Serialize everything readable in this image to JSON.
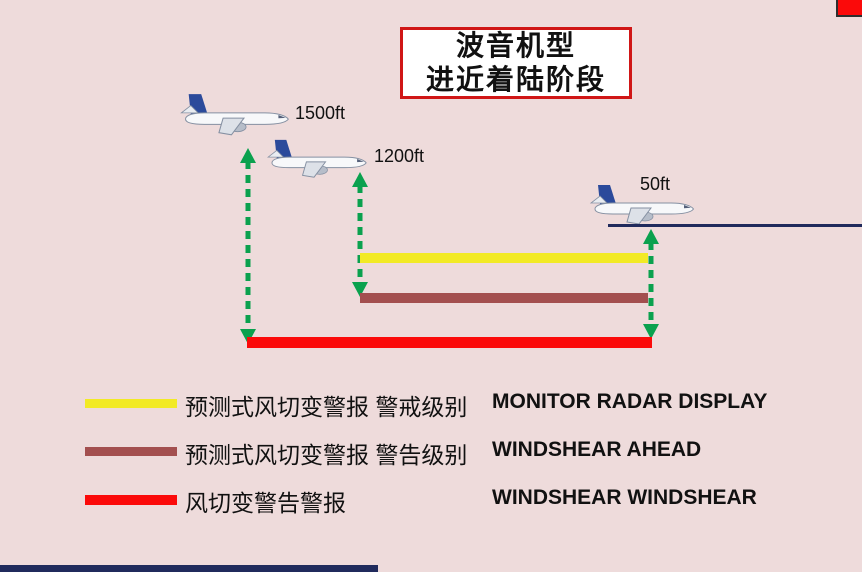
{
  "title": {
    "line1": "波音机型",
    "line2": "进近着陆阶段"
  },
  "aircraft": [
    {
      "altitude_label": "1500ft"
    },
    {
      "altitude_label": "1200ft"
    },
    {
      "altitude_label": "50ft"
    }
  ],
  "legend": [
    {
      "cn": "预测式风切变警报 警戒级别",
      "en": "MONITOR RADAR DISPLAY"
    },
    {
      "cn": "预测式风切变警报 警告级别",
      "en": "WINDSHEAR AHEAD"
    },
    {
      "cn": "风切变警告警报",
      "en": "WINDSHEAR WINDSHEAR"
    }
  ],
  "colors": {
    "background": "#eedbdb",
    "yellow": "#f2ea25",
    "brown": "#a34f4f",
    "red": "#fb0a0a",
    "green": "#0aa14e",
    "navy": "#202a5c",
    "title_border": "#d01616",
    "tail_blue": "#2b4a9b"
  }
}
